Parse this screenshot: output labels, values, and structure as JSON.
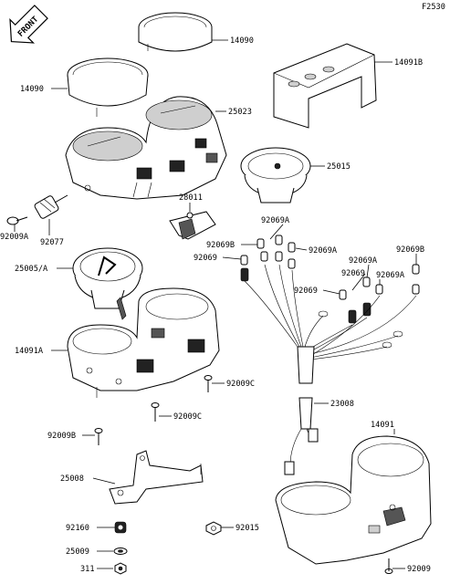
{
  "figure_code": "F2530",
  "front_marker": "FRONT",
  "labels": {
    "l14090_top": "14090",
    "l14090_left": "14090",
    "l14091B": "14091B",
    "l25023": "25023",
    "l25015": "25015",
    "l28011": "28011",
    "l92069A_1": "92069A",
    "l92069B_1": "92069B",
    "l92069A_2": "92069A",
    "l92069_1": "92069",
    "l92069B_2": "92069B",
    "l92069A_3": "92069A",
    "l92069_2": "92069",
    "l92069A_4": "92069A",
    "l92069_3": "92069",
    "l92077": "92077",
    "l92009A": "92009A",
    "l25005A": "25005/A",
    "l14091A": "14091A",
    "l92009C_1": "92009C",
    "l92009C_2": "92009C",
    "l92009B": "92009B",
    "l23008": "23008",
    "l14091": "14091",
    "l25008": "25008",
    "l92160": "92160",
    "l92015": "92015",
    "l25009": "25009",
    "l311": "311",
    "l92009": "92009"
  }
}
